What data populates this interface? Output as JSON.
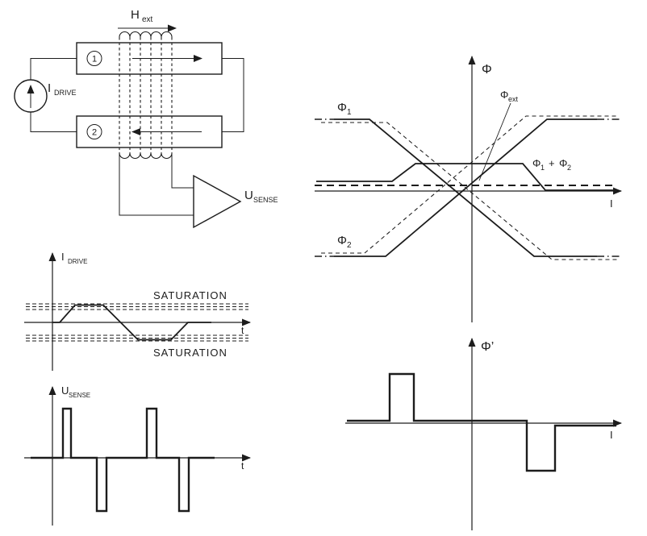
{
  "colors": {
    "ink": "#1c1c1c",
    "bg": "#ffffff"
  },
  "circuit": {
    "h_ext_main": "H",
    "h_ext_sub": "ext",
    "core1_label": "1",
    "core2_label": "2",
    "i_drive_main": "I",
    "i_drive_sub": "DRIVE",
    "u_sense_main": "U",
    "u_sense_sub": "SENSE"
  },
  "phi_graph": {
    "y_axis_label": "Φ",
    "x_axis_label": "I",
    "phi1_main": "Φ",
    "phi1_sub": "1",
    "phi2_main": "Φ",
    "phi2_sub": "2",
    "phi_ext_main": "Φ",
    "phi_ext_sub": "ext",
    "sum_phi_a": "Φ",
    "sum_sub_a": "1",
    "sum_plus": "+",
    "sum_phi_b": "Φ",
    "sum_sub_b": "2"
  },
  "i_drive_graph": {
    "y_axis_main": "I",
    "y_axis_sub": "DRIVE",
    "x_axis_label": "t",
    "saturation_top": "SATURATION",
    "saturation_bottom": "SATURATION"
  },
  "u_sense_graph": {
    "y_axis_main": "U",
    "y_axis_sub": "SENSE",
    "x_axis_label": "t"
  },
  "phi_prime_graph": {
    "y_axis_label": "Φ’",
    "x_axis_label": "I"
  }
}
